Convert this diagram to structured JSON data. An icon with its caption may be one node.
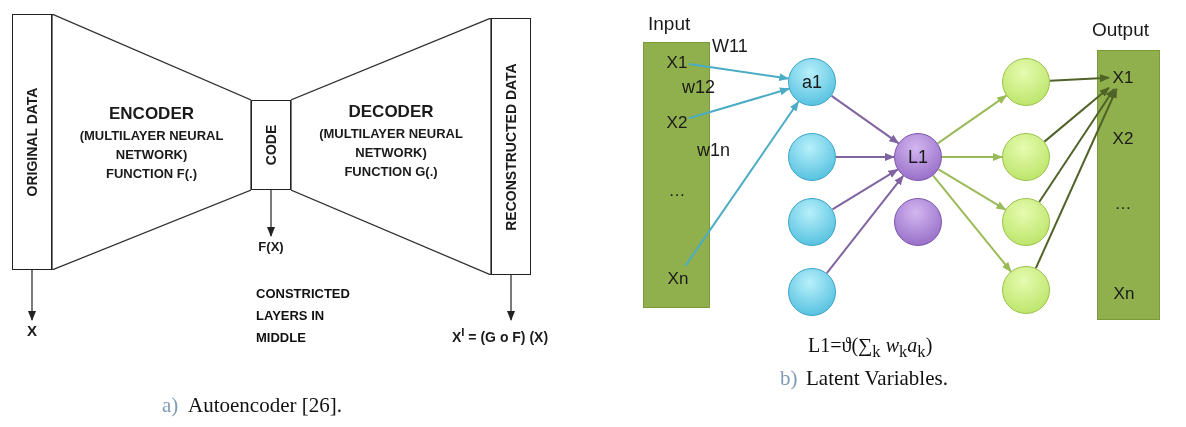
{
  "diagram": {
    "nodes": [
      {
        "text": [
          "ORIGINAL DATA"
        ]
      },
      {
        "text": [
          "ENCODER",
          "(MULTILAYER NEURAL NETWORK)",
          "FUNCTION  F(.)"
        ]
      },
      {
        "text": [
          "CODE"
        ]
      },
      {
        "text": [
          "DECODER",
          "(MULTILAYER NEURAL NETWORK)",
          "FUNCTION G(.)"
        ]
      },
      {
        "text": [
          "RECONSTRUCTED DATA"
        ]
      },
      {
        "text": [
          "X"
        ]
      },
      {
        "text": [
          "F(X)"
        ]
      },
      {
        "text": [
          "X$^{I}$ = (G o F) (X)"
        ]
      },
      {
        "text": [
          "Input"
        ]
      },
      {
        "text": [
          "X1"
        ],
        "in": 8
      },
      {
        "text": [
          "X2"
        ],
        "in": 8
      },
      {
        "text": [
          "…"
        ],
        "in": 8
      },
      {
        "text": [
          "Xn"
        ],
        "in": 8
      },
      {
        "text": [
          "a1"
        ]
      },
      {
        "text": [],
        "shape": "circle"
      },
      {
        "text": [],
        "shape": "circle"
      },
      {
        "text": [],
        "shape": "circle"
      },
      {
        "text": [
          "L1"
        ]
      },
      {
        "text": [],
        "shape": "circle"
      },
      {
        "text": [],
        "shape": "circle"
      },
      {
        "text": [],
        "shape": "circle"
      },
      {
        "text": [],
        "shape": "circle"
      },
      {
        "text": [],
        "shape": "circle"
      },
      {
        "text": [
          "Output"
        ]
      },
      {
        "text": [
          "X1"
        ],
        "in": 23
      },
      {
        "text": [
          "X2"
        ],
        "in": 23
      },
      {
        "text": [
          "…"
        ],
        "in": 23
      },
      {
        "text": [
          "Xn"
        ],
        "in": 23
      }
    ],
    "edges": [
      {
        "from": 0,
        "to": 5,
        "arrow": "to",
        "color": "#222222"
      },
      {
        "from": 2,
        "to": 6,
        "arrow": "to",
        "color": "#222222"
      },
      {
        "from": 4,
        "to": 7,
        "arrow": "to",
        "color": "#222222"
      },
      {
        "from": 9,
        "to": 13,
        "arrow": "to",
        "label": "W11",
        "color": "#4bacc6"
      },
      {
        "from": 10,
        "to": 13,
        "arrow": "to",
        "label": "w12",
        "color": "#4bacc6"
      },
      {
        "from": 12,
        "to": 13,
        "arrow": "to",
        "label": "w1n",
        "color": "#4bacc6"
      },
      {
        "from": 13,
        "to": 17,
        "arrow": "to",
        "color": "#8064a2"
      },
      {
        "from": 14,
        "to": 17,
        "arrow": "to",
        "color": "#8064a2"
      },
      {
        "from": 15,
        "to": 17,
        "arrow": "to",
        "color": "#8064a2"
      },
      {
        "from": 16,
        "to": 17,
        "arrow": "to",
        "color": "#8064a2"
      },
      {
        "from": 17,
        "to": 19,
        "arrow": "to",
        "color": "#9bbb59"
      },
      {
        "from": 17,
        "to": 20,
        "arrow": "to",
        "color": "#9bbb59"
      },
      {
        "from": 17,
        "to": 21,
        "arrow": "to",
        "color": "#9bbb59"
      },
      {
        "from": 17,
        "to": 22,
        "arrow": "to",
        "color": "#9bbb59"
      },
      {
        "from": 19,
        "to": 24,
        "arrow": "to",
        "color": "#4f6228"
      },
      {
        "from": 20,
        "to": 24,
        "arrow": "to",
        "color": "#4f6228"
      },
      {
        "from": 21,
        "to": 24,
        "arrow": "to",
        "color": "#4f6228"
      },
      {
        "from": 22,
        "to": 24,
        "arrow": "to",
        "color": "#4f6228"
      }
    ],
    "labels": [
      "CONSTRICTED LAYERS IN MIDDLE",
      "L1=ϑ(∑$_{k}$ *w*$_{k}$*a*$_{k}$)",
      "a)",
      "Autoencoder [26].",
      "b)",
      "Latent Variables."
    ]
  }
}
